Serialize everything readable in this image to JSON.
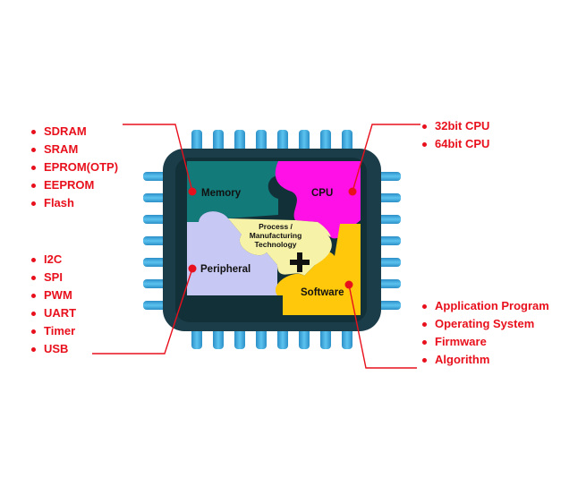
{
  "chip": {
    "pieces": {
      "memory": "Memory",
      "cpu": "CPU",
      "peripheral": "Peripheral",
      "software": "Software"
    },
    "center_lines": [
      "Process /",
      "Manufacturing",
      "Technology"
    ],
    "colors": {
      "package": "#1b3d49",
      "pin": "#2f9fd8",
      "memory": "#127a79",
      "cpu": "#ff10e6",
      "peripheral": "#c8c8f5",
      "software": "#ffc80a",
      "process": "#f6f2a8",
      "accent": "#e8101c"
    }
  },
  "lists": {
    "memory": [
      "SDRAM",
      "SRAM",
      "EPROM(OTP)",
      "EEPROM",
      "Flash"
    ],
    "cpu": [
      "32bit CPU",
      "64bit CPU"
    ],
    "peripheral": [
      "I2C",
      "SPI",
      "PWM",
      "UART",
      "Timer",
      "USB"
    ],
    "software": [
      "Application Program",
      "Operating System",
      "Firmware",
      "Algorithm"
    ]
  }
}
